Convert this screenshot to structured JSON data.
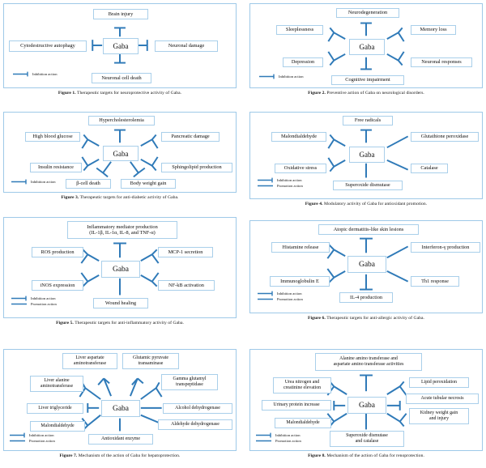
{
  "colors": {
    "panel_border": "#9ec9e8",
    "node_border": "#a9cfea",
    "connector": "#2f7ab8",
    "text": "#0d0d0d",
    "background": "#ffffff"
  },
  "legend_labels": {
    "inhibition": "Inhibition action",
    "promotion": "Promotion action"
  },
  "hub_label": "Gaba",
  "figures": [
    {
      "id": "figure-1",
      "caption_number": "Figure 1.",
      "caption_text": " Therapeutic targets for neuroprotective activity of Gaba.",
      "hub": "Gaba",
      "legend": [
        "inhibition"
      ],
      "nodes": [
        {
          "label": "Brain injury",
          "position": "top",
          "relation": "inhibition"
        },
        {
          "label": "Cytodestructive autophagy",
          "position": "left",
          "relation": "inhibition"
        },
        {
          "label": "Neuronal damage",
          "position": "right",
          "relation": "inhibition"
        },
        {
          "label": "Neuronal cell death",
          "position": "bottom",
          "relation": "inhibition"
        }
      ]
    },
    {
      "id": "figure-2",
      "caption_number": "Figure 2.",
      "caption_text": " Preventive action of Gaba on neurological disorders.",
      "hub": "Gaba",
      "legend": [
        "inhibition"
      ],
      "nodes": [
        {
          "label": "Neurodegeneration",
          "position": "top",
          "relation": "inhibition"
        },
        {
          "label": "Sleeplessness",
          "position": "upper-left",
          "relation": "inhibition"
        },
        {
          "label": "Memory loss",
          "position": "upper-right",
          "relation": "inhibition"
        },
        {
          "label": "Depression",
          "position": "lower-left",
          "relation": "inhibition"
        },
        {
          "label": "Neuronal responses",
          "position": "lower-right",
          "relation": "inhibition"
        },
        {
          "label": "Cognitive impairment",
          "position": "bottom",
          "relation": "inhibition"
        }
      ]
    },
    {
      "id": "figure-3",
      "caption_number": "Figure 3.",
      "caption_text": " Therapeutic targets for anti-diabetic activity of Gaba.",
      "hub": "Gaba",
      "legend": [
        "inhibition"
      ],
      "nodes": [
        {
          "label": "Hypercholesterolemia",
          "position": "top",
          "relation": "inhibition"
        },
        {
          "label": "High blood glucose",
          "position": "upper-left",
          "relation": "inhibition"
        },
        {
          "label": "Pancreatic damage",
          "position": "upper-right",
          "relation": "inhibition"
        },
        {
          "label": "Insulin resistance",
          "position": "lower-left",
          "relation": "inhibition"
        },
        {
          "label": "Sphingolipid production",
          "position": "lower-right",
          "relation": "inhibition"
        },
        {
          "label": "β-cell death",
          "position": "bottom-left",
          "relation": "inhibition"
        },
        {
          "label": "Body weight gain",
          "position": "bottom-right",
          "relation": "inhibition"
        }
      ]
    },
    {
      "id": "figure-4",
      "caption_number": "Figure 4.",
      "caption_text": " Modulatory activity of Gaba for antioxidant promotion.",
      "hub": "Gaba",
      "legend": [
        "inhibition",
        "promotion"
      ],
      "nodes": [
        {
          "label": "Free radicals",
          "position": "top",
          "relation": "inhibition"
        },
        {
          "label": "Malondialdehyde",
          "position": "upper-left",
          "relation": "inhibition"
        },
        {
          "label": "Glutathione peroxidase",
          "position": "upper-right",
          "relation": "promotion"
        },
        {
          "label": "Oxidative stress",
          "position": "lower-left",
          "relation": "inhibition"
        },
        {
          "label": "Catalase",
          "position": "lower-right",
          "relation": "promotion"
        },
        {
          "label": "Superoxide dismutase",
          "position": "bottom",
          "relation": "promotion"
        }
      ]
    },
    {
      "id": "figure-5",
      "caption_number": "Figure 5.",
      "caption_text": " Therapeutic targets for anti-inflammatory activity of Gaba.",
      "hub": "Gaba",
      "legend": [
        "inhibition",
        "promotion"
      ],
      "nodes": [
        {
          "label": "Inflammatory mediator production\n(IL-1β, IL-1α, IL-8, and TNF-α)",
          "position": "top",
          "relation": "inhibition"
        },
        {
          "label": "ROS production",
          "position": "upper-left",
          "relation": "inhibition"
        },
        {
          "label": "MCP-1 secretion",
          "position": "upper-right",
          "relation": "inhibition"
        },
        {
          "label": "iNOS expression",
          "position": "lower-left",
          "relation": "inhibition"
        },
        {
          "label": "NF-kB activation",
          "position": "lower-right",
          "relation": "inhibition"
        },
        {
          "label": "Wound healing",
          "position": "bottom",
          "relation": "promotion"
        }
      ]
    },
    {
      "id": "figure-6",
      "caption_number": "Figure 6.",
      "caption_text": " Therapeutic targets for anti-allergic activity of Gaba.",
      "hub": "Gaba",
      "legend": [
        "inhibition",
        "promotion"
      ],
      "nodes": [
        {
          "label": "Atopic dermatitis-like skin lesions",
          "position": "top",
          "relation": "inhibition"
        },
        {
          "label": "Histamine release",
          "position": "upper-left",
          "relation": "inhibition"
        },
        {
          "label": "Interferon-γ production",
          "position": "upper-right",
          "relation": "promotion"
        },
        {
          "label": "Immunoglobulin E",
          "position": "lower-left",
          "relation": "inhibition"
        },
        {
          "label": "Th1 response",
          "position": "lower-right",
          "relation": "promotion"
        },
        {
          "label": "IL-4 production",
          "position": "bottom",
          "relation": "inhibition"
        }
      ]
    },
    {
      "id": "figure-7",
      "caption_number": "Figure 7.",
      "caption_text": " Mechanism of the action of Gaba for hepatoprotection.",
      "hub": "Gaba",
      "legend": [
        "inhibition",
        "promotion"
      ],
      "nodes": [
        {
          "label": "Liver aspartate\naminotransferase",
          "position": "top-left",
          "relation": "inhibition"
        },
        {
          "label": "Glutamic pyruvate\ntransaminase",
          "position": "top-right",
          "relation": "inhibition"
        },
        {
          "label": "Liver alanine\naminotransferase",
          "position": "upper-left",
          "relation": "inhibition"
        },
        {
          "label": "Gamma glutamyl\ntranspeptidase",
          "position": "upper-right",
          "relation": "inhibition"
        },
        {
          "label": "Liver triglyceride",
          "position": "left",
          "relation": "inhibition"
        },
        {
          "label": "Alcohol dehydrogenase",
          "position": "right",
          "relation": "promotion"
        },
        {
          "label": "Malondialdehyde",
          "position": "lower-left",
          "relation": "inhibition"
        },
        {
          "label": "Aldehyde dehydrogenase",
          "position": "lower-right",
          "relation": "promotion"
        },
        {
          "label": "Antioxidant enzyme",
          "position": "bottom",
          "relation": "promotion"
        }
      ]
    },
    {
      "id": "figure-8",
      "caption_number": "Figure 8.",
      "caption_text": " Mechanism of the action of Gaba for renoprotection.",
      "hub": "Gaba",
      "legend": [
        "inhibition",
        "promotion"
      ],
      "nodes": [
        {
          "label": "Alanine amino transferase and\naspartate amino transferase activities",
          "position": "top",
          "relation": "inhibition"
        },
        {
          "label": "Urea nitrogen and\ncreatinine elevation",
          "position": "upper-left",
          "relation": "inhibition"
        },
        {
          "label": "Lipid peroxidation",
          "position": "upper-right",
          "relation": "inhibition"
        },
        {
          "label": "Urinary protein increase",
          "position": "left",
          "relation": "inhibition"
        },
        {
          "label": "Acute tubular necrosis",
          "position": "right",
          "relation": "inhibition"
        },
        {
          "label": "Malondialdehyde",
          "position": "lower-left",
          "relation": "inhibition"
        },
        {
          "label": "Kidney weight gain\nand injury",
          "position": "lower-right",
          "relation": "inhibition"
        },
        {
          "label": "Superoxide dismutase\nand catalase",
          "position": "bottom",
          "relation": "promotion"
        }
      ]
    }
  ]
}
